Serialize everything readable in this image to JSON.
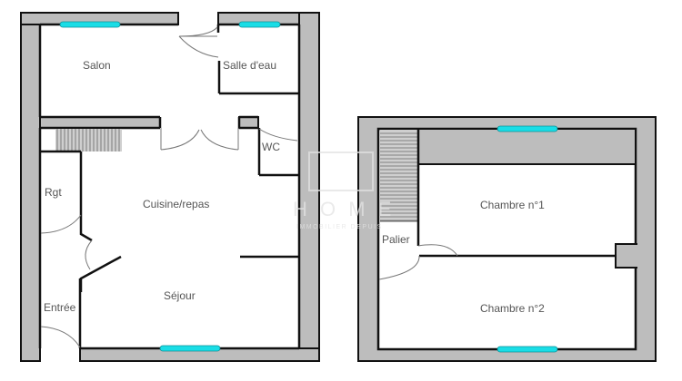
{
  "colors": {
    "wall_fill": "#bdbdbd",
    "wall_line": "#111111",
    "window": "#19dde6",
    "window_border": "#0e8f96",
    "door_arc": "#777777",
    "label": "#555555",
    "background": "#ffffff",
    "watermark": "#e4e4e4"
  },
  "ground_floor": {
    "rooms": [
      {
        "id": "salon",
        "label": "Salon"
      },
      {
        "id": "salle-deau",
        "label": "Salle d'eau"
      },
      {
        "id": "wc",
        "label": "WC"
      },
      {
        "id": "rgt",
        "label": "Rgt"
      },
      {
        "id": "cuisine-repas",
        "label": "Cuisine/repas"
      },
      {
        "id": "entree",
        "label": "Entrée"
      },
      {
        "id": "sejour",
        "label": "Séjour"
      }
    ]
  },
  "first_floor": {
    "rooms": [
      {
        "id": "chambre-1",
        "label": "Chambre n°1"
      },
      {
        "id": "palier",
        "label": "Palier"
      },
      {
        "id": "chambre-2",
        "label": "Chambre n°2"
      }
    ]
  },
  "watermark": {
    "text": "H O M E",
    "subtext": "IMMOBILIER DEPUIS"
  }
}
